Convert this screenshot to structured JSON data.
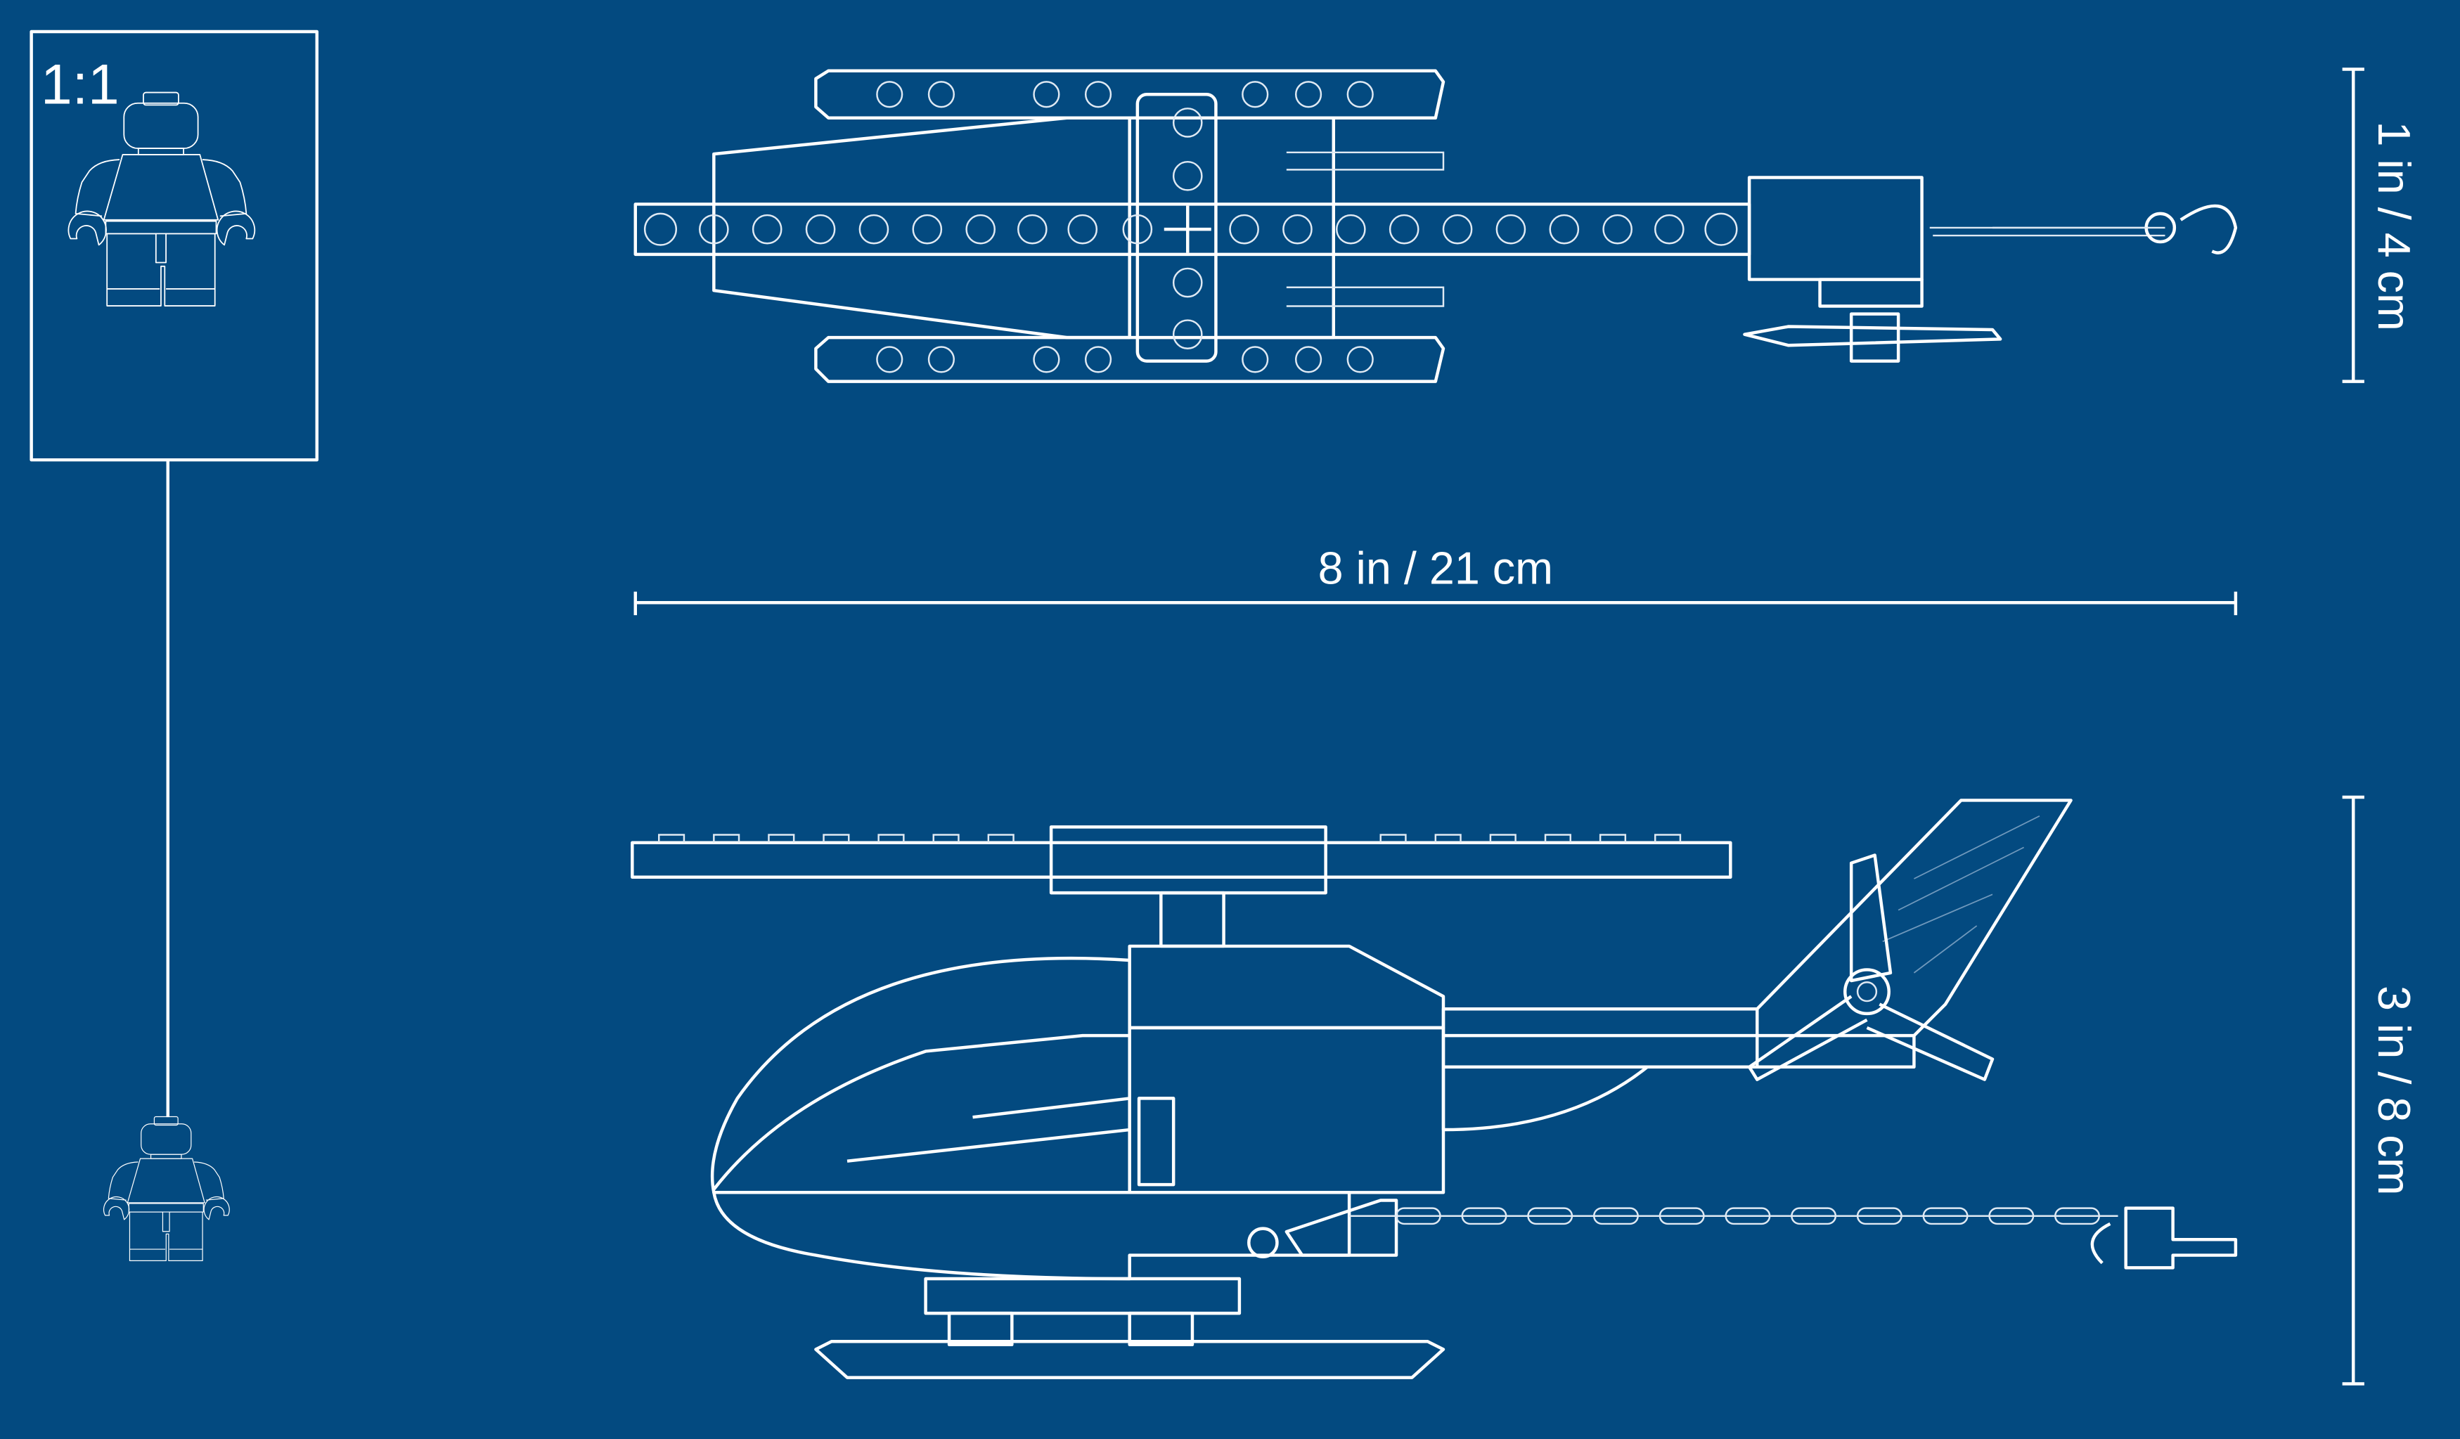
{
  "scale_box": {
    "label": "1:1"
  },
  "dimensions": {
    "length": "8 in / 21 cm",
    "width": "1 in / 4 cm",
    "height": "3 in / 8 cm"
  },
  "colors": {
    "background": "#034a80",
    "lines": "#ffffff"
  }
}
